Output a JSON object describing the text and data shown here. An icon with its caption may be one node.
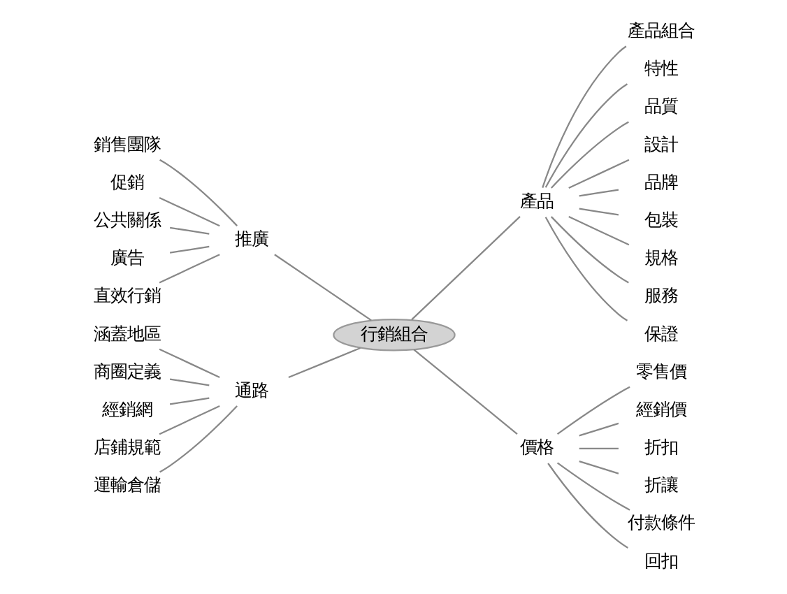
{
  "diagram": {
    "nodes": [
      {
        "text": [
          "行銷組合"
        ]
      },
      {
        "text": [
          "產品"
        ]
      },
      {
        "text": [
          "產品組合"
        ]
      },
      {
        "text": [
          "特性"
        ]
      },
      {
        "text": [
          "品質"
        ]
      },
      {
        "text": [
          "設計"
        ]
      },
      {
        "text": [
          "品牌"
        ]
      },
      {
        "text": [
          "包裝"
        ]
      },
      {
        "text": [
          "規格"
        ]
      },
      {
        "text": [
          "服務"
        ]
      },
      {
        "text": [
          "保證"
        ]
      },
      {
        "text": [
          "價格"
        ]
      },
      {
        "text": [
          "零售價"
        ]
      },
      {
        "text": [
          "經銷價"
        ]
      },
      {
        "text": [
          "折扣"
        ]
      },
      {
        "text": [
          "折讓"
        ]
      },
      {
        "text": [
          "付款條件"
        ]
      },
      {
        "text": [
          "回扣"
        ]
      },
      {
        "text": [
          "推廣"
        ]
      },
      {
        "text": [
          "銷售團隊"
        ]
      },
      {
        "text": [
          "促銷"
        ]
      },
      {
        "text": [
          "公共關係"
        ]
      },
      {
        "text": [
          "廣告"
        ]
      },
      {
        "text": [
          "直效行銷"
        ]
      },
      {
        "text": [
          "通路"
        ]
      },
      {
        "text": [
          "涵蓋地區"
        ]
      },
      {
        "text": [
          "商圈定義"
        ]
      },
      {
        "text": [
          "經銷網"
        ]
      },
      {
        "text": [
          "店鋪規範"
        ]
      },
      {
        "text": [
          "運輸倉儲"
        ]
      }
    ],
    "edges": [
      {
        "from": 0,
        "to": 1,
        "arrow": "none"
      },
      {
        "from": 1,
        "to": 2,
        "arrow": "none"
      },
      {
        "from": 1,
        "to": 3,
        "arrow": "none"
      },
      {
        "from": 1,
        "to": 4,
        "arrow": "none"
      },
      {
        "from": 1,
        "to": 5,
        "arrow": "none"
      },
      {
        "from": 1,
        "to": 6,
        "arrow": "none"
      },
      {
        "from": 1,
        "to": 7,
        "arrow": "none"
      },
      {
        "from": 1,
        "to": 8,
        "arrow": "none"
      },
      {
        "from": 1,
        "to": 9,
        "arrow": "none"
      },
      {
        "from": 1,
        "to": 10,
        "arrow": "none"
      },
      {
        "from": 0,
        "to": 11,
        "arrow": "none"
      },
      {
        "from": 11,
        "to": 12,
        "arrow": "none"
      },
      {
        "from": 11,
        "to": 13,
        "arrow": "none"
      },
      {
        "from": 11,
        "to": 14,
        "arrow": "none"
      },
      {
        "from": 11,
        "to": 15,
        "arrow": "none"
      },
      {
        "from": 11,
        "to": 16,
        "arrow": "none"
      },
      {
        "from": 11,
        "to": 17,
        "arrow": "none"
      },
      {
        "from": 0,
        "to": 18,
        "arrow": "none"
      },
      {
        "from": 18,
        "to": 19,
        "arrow": "none"
      },
      {
        "from": 18,
        "to": 20,
        "arrow": "none"
      },
      {
        "from": 18,
        "to": 21,
        "arrow": "none"
      },
      {
        "from": 18,
        "to": 22,
        "arrow": "none"
      },
      {
        "from": 18,
        "to": 23,
        "arrow": "none"
      },
      {
        "from": 0,
        "to": 24,
        "arrow": "none"
      },
      {
        "from": 24,
        "to": 25,
        "arrow": "none"
      },
      {
        "from": 24,
        "to": 26,
        "arrow": "none"
      },
      {
        "from": 24,
        "to": 27,
        "arrow": "none"
      },
      {
        "from": 24,
        "to": 28,
        "arrow": "none"
      },
      {
        "from": 24,
        "to": 29,
        "arrow": "none"
      }
    ]
  }
}
